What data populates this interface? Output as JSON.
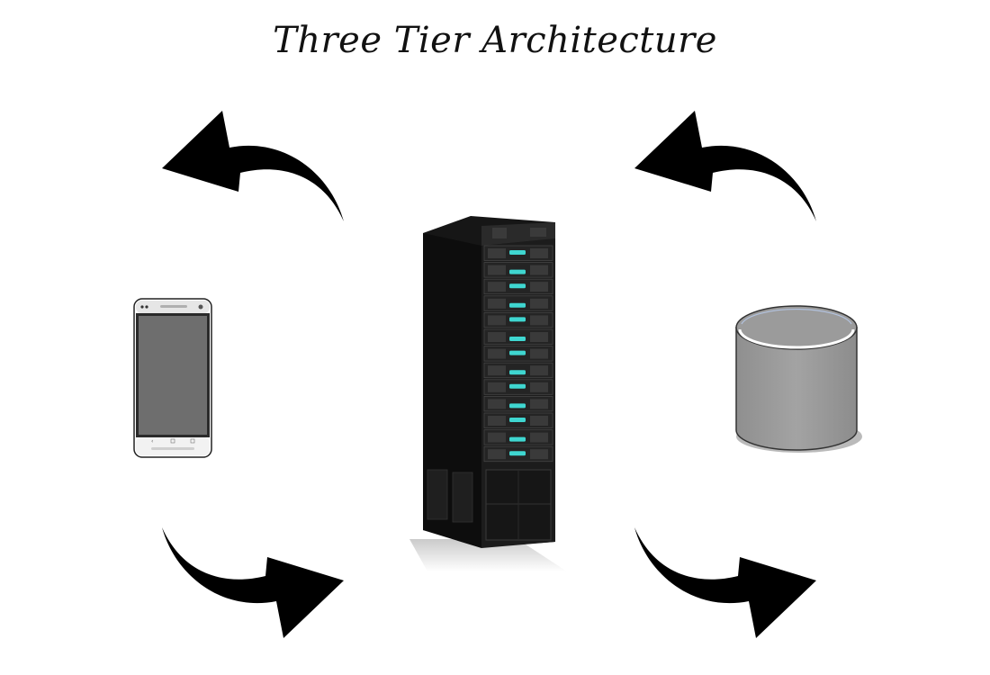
{
  "diagram": {
    "title": "Three Tier Architecture",
    "nodes": [
      {
        "id": "client",
        "icon": "smartphone-icon"
      },
      {
        "id": "application",
        "icon": "server-rack-icon"
      },
      {
        "id": "data",
        "icon": "database-cylinder-icon"
      }
    ],
    "edges": [
      {
        "from": "application",
        "to": "client",
        "icon": "curved-arrow-icon"
      },
      {
        "from": "client",
        "to": "application",
        "icon": "curved-arrow-icon"
      },
      {
        "from": "data",
        "to": "application",
        "icon": "curved-arrow-icon"
      },
      {
        "from": "application",
        "to": "data",
        "icon": "curved-arrow-icon"
      }
    ],
    "colors": {
      "arrow": "#000000",
      "server_body": "#1a1a1a",
      "server_led": "#3fd6d0",
      "database_body": "#9a9a9a",
      "phone_screen": "#6e6e6e"
    }
  }
}
